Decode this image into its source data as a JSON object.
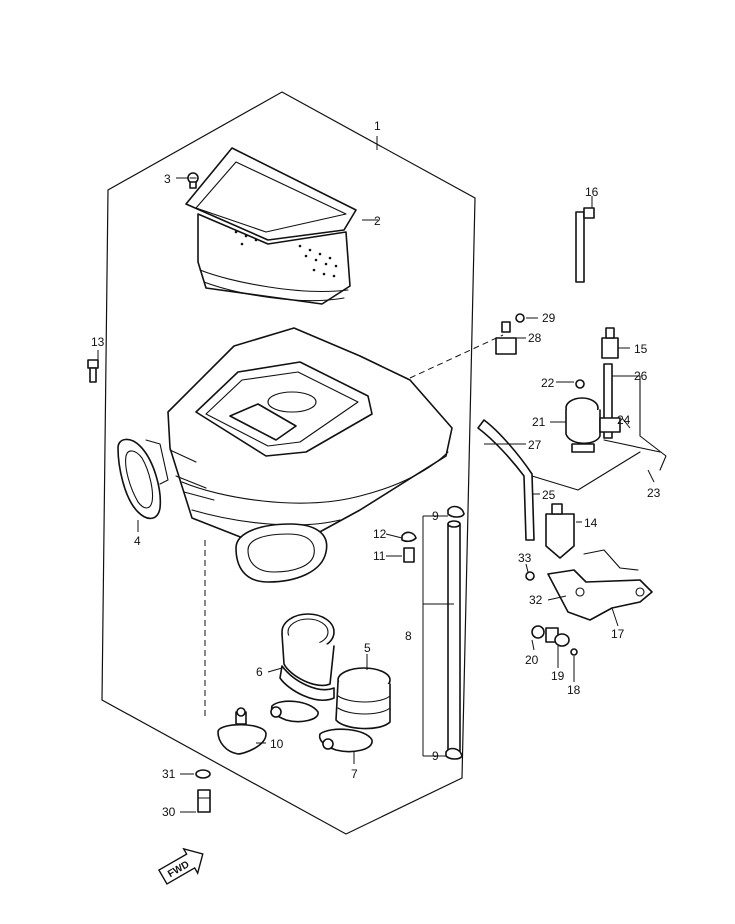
{
  "callouts": [
    {
      "id": "1",
      "label": "1"
    },
    {
      "id": "2",
      "label": "2"
    },
    {
      "id": "3",
      "label": "3"
    },
    {
      "id": "4",
      "label": "4"
    },
    {
      "id": "5",
      "label": "5"
    },
    {
      "id": "6",
      "label": "6"
    },
    {
      "id": "7",
      "label": "7"
    },
    {
      "id": "8",
      "label": "8"
    },
    {
      "id": "9a",
      "label": "9"
    },
    {
      "id": "9b",
      "label": "9"
    },
    {
      "id": "10",
      "label": "10"
    },
    {
      "id": "11",
      "label": "11"
    },
    {
      "id": "12",
      "label": "12"
    },
    {
      "id": "13",
      "label": "13"
    },
    {
      "id": "14",
      "label": "14"
    },
    {
      "id": "15",
      "label": "15"
    },
    {
      "id": "16",
      "label": "16"
    },
    {
      "id": "17",
      "label": "17"
    },
    {
      "id": "18",
      "label": "18"
    },
    {
      "id": "19",
      "label": "19"
    },
    {
      "id": "20",
      "label": "20"
    },
    {
      "id": "21",
      "label": "21"
    },
    {
      "id": "22",
      "label": "22"
    },
    {
      "id": "23",
      "label": "23"
    },
    {
      "id": "24",
      "label": "24"
    },
    {
      "id": "25",
      "label": "25"
    },
    {
      "id": "26",
      "label": "26"
    },
    {
      "id": "27",
      "label": "27"
    },
    {
      "id": "28",
      "label": "28"
    },
    {
      "id": "29",
      "label": "29"
    },
    {
      "id": "30",
      "label": "30"
    },
    {
      "id": "31",
      "label": "31"
    },
    {
      "id": "32",
      "label": "32"
    },
    {
      "id": "33",
      "label": "33"
    }
  ],
  "direction_badge": {
    "label": "FWD",
    "icon": "forward-arrow-icon"
  }
}
